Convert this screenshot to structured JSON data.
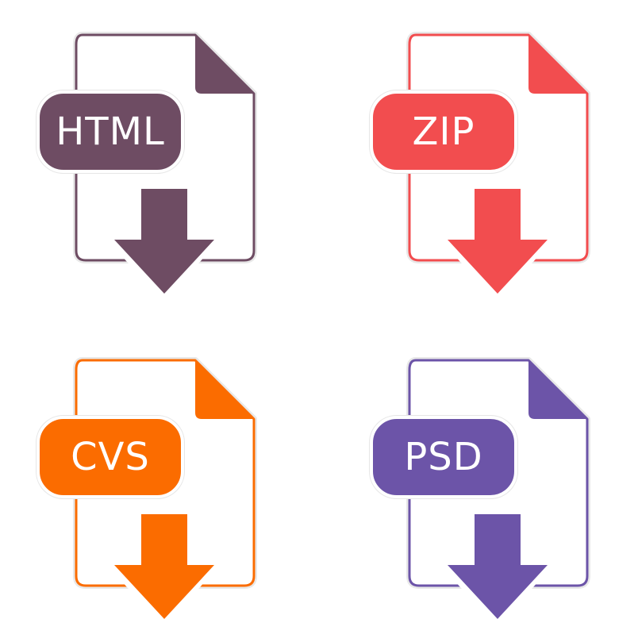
{
  "icons": [
    {
      "label": "HTML",
      "color": "#6e4c63",
      "icon": "file-download-icon"
    },
    {
      "label": "ZIP",
      "color": "#f24d4f",
      "icon": "file-download-icon"
    },
    {
      "label": "CVS",
      "color": "#fb6c00",
      "icon": "file-download-icon"
    },
    {
      "label": "PSD",
      "color": "#6c54a8",
      "icon": "file-download-icon"
    }
  ]
}
